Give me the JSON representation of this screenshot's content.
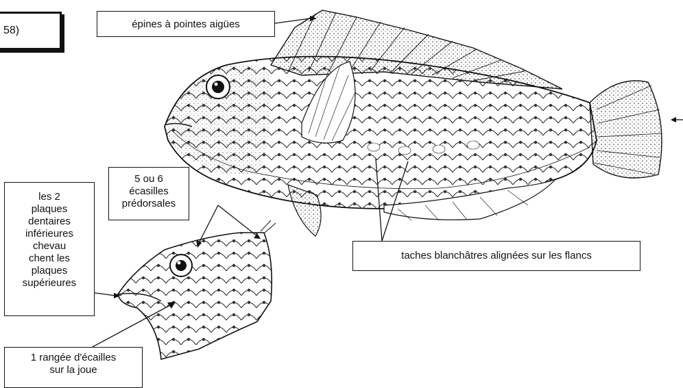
{
  "figure_ref": "58)",
  "labels": {
    "spines": "épines à pointes aigües",
    "plates": [
      "les 2",
      "plaques",
      "dentaires",
      "inférieures",
      "chevau",
      "chent les",
      "plaques",
      "supérieures"
    ],
    "predorsal": [
      "5 ou 6",
      "écasilles",
      "prédorsales"
    ],
    "patches": "taches blanchâtres alignées sur les flancs",
    "cheek": [
      "1 rangée d'écailles",
      "sur la joue"
    ]
  }
}
